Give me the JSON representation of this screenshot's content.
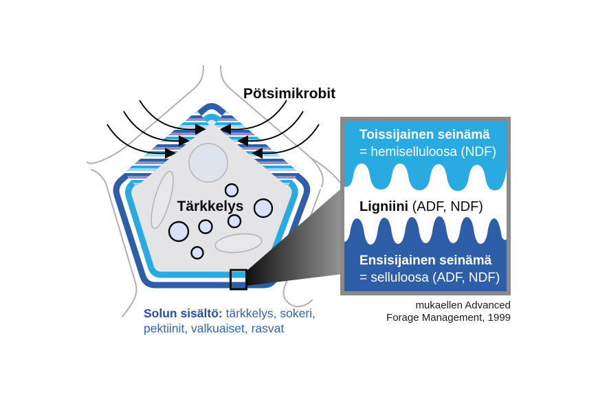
{
  "diagram": {
    "microbes_label": "Pötsimikrobit",
    "cell_center_label": "Tärkkelys",
    "cell_contents": {
      "label_bold": "Solun sisältö:",
      "line1_rest": " tärkkelys, sokeri,",
      "line2": "pektiinit, valkuaiset, rasvat"
    },
    "inset": {
      "secondary_wall_title": "Toissijainen seinämä",
      "secondary_wall_sub": "= hemiselluloosa (NDF)",
      "lignin_bold": "Ligniini",
      "lignin_rest": " (ADF, NDF)",
      "primary_wall_title": "Ensisijainen seinämä",
      "primary_wall_sub": "= selluloosa (ADF, NDF)"
    },
    "attribution_line1": "mukaellen Advanced",
    "attribution_line2": "Forage Management, 1999",
    "colors": {
      "cyan": "#29ABE2",
      "dark_blue": "#2F5EA9",
      "lavender": "#8E92CC",
      "pale_blue": "#A9D7F3",
      "interior_gray": "#E4E4E6",
      "frame_gray": "#8A8A8A",
      "text_blue_bold": "#27509E",
      "text_blue": "#2F64B5"
    }
  }
}
